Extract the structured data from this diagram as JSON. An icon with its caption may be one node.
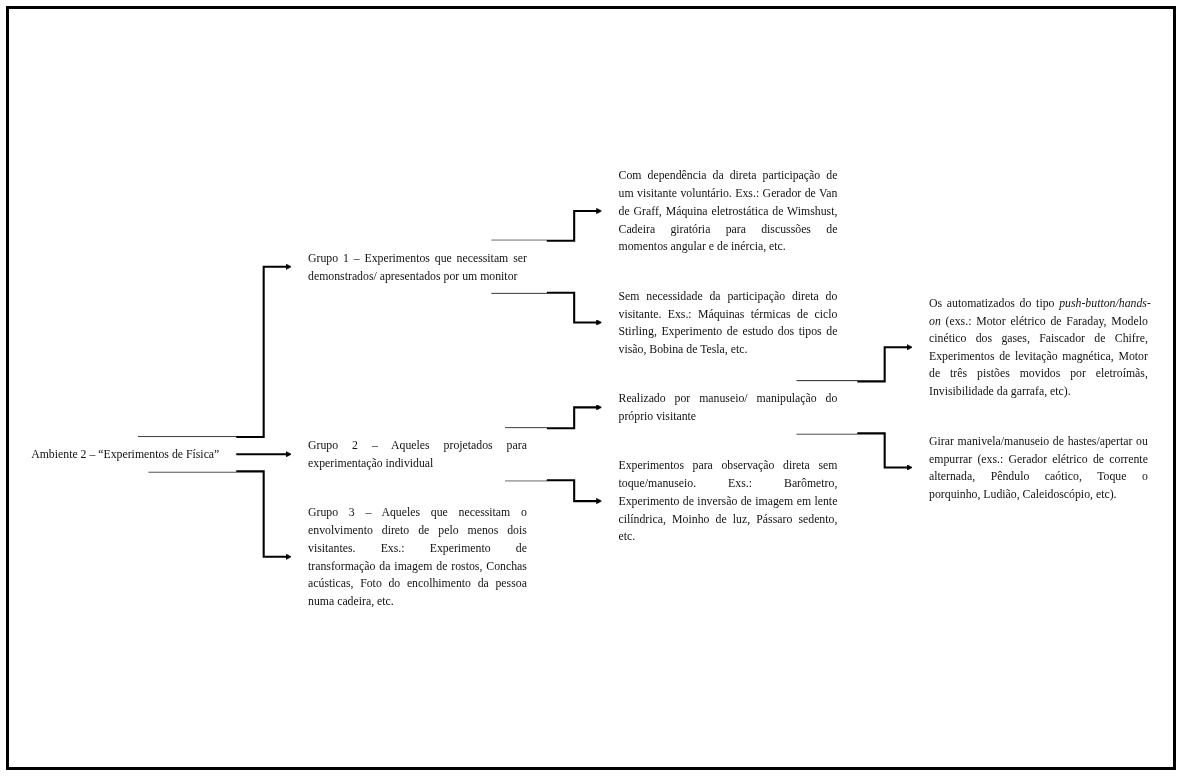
{
  "diagram": {
    "nodes": [
      {
        "text": [
          "Ambiente 2 – “Experimentos de Física”"
        ]
      },
      {
        "text": [
          "Grupo 1 – Experimentos que necessitam ser demonstrados/ apresentados por um monitor"
        ]
      },
      {
        "text": [
          "Com dependência da direta participação de um visitante voluntário. Exs.: Gerador de Van de Graff, Máquina eletrostática de Wimshust, Cadeira giratória para discussões de momentos angular e de inércia, etc."
        ]
      },
      {
        "text": [
          "Sem necessidade da participação direta do visitante. Exs.: Máquinas térmicas de ciclo Stirling, Experimento de estudo dos tipos de visão, Bobina de Tesla, etc."
        ]
      },
      {
        "text": [
          "Grupo 2 – Aqueles projetados para experimentação individual"
        ]
      },
      {
        "text": [
          "Realizado por manuseio/ manipulação do próprio visitante"
        ]
      },
      {
        "text": [
          "Os automatizados do tipo *push-button/hands-on* (exs.: Motor elétrico de Faraday, Modelo cinético dos gases, Faiscador de Chifre, Experimentos de levitação magnética, Motor de três pistões movidos por eletroímãs, Invisibilidade da garrafa, etc)."
        ]
      },
      {
        "text": [
          "Girar manivela/manuseio de hastes/apertar ou empurrar (exs.: Gerador elétrico de corrente alternada, Pêndulo caótico, Toque o porquinho, Ludião, Caleidoscópio, etc)."
        ]
      },
      {
        "text": [
          "Experimentos para observação direta sem toque/manuseio. Exs.: Barômetro, Experimento de inversão de imagem em lente cilíndrica, Moinho de luz, Pássaro sedento, etc."
        ]
      },
      {
        "text": [
          "Grupo 3 – Aqueles que necessitam o envolvimento direto de pelo menos dois visitantes. Exs.: Experimento de transformação da imagem de rostos, Conchas acústicas, Foto do encolhimento da pessoa numa cadeira, etc."
        ]
      }
    ],
    "edges": [
      {
        "from": 0,
        "to": 1,
        "arrow": "to"
      },
      {
        "from": 0,
        "to": 4,
        "arrow": "to"
      },
      {
        "from": 0,
        "to": 9,
        "arrow": "to"
      },
      {
        "from": 1,
        "to": 2,
        "arrow": "to"
      },
      {
        "from": 1,
        "to": 3,
        "arrow": "to"
      },
      {
        "from": 4,
        "to": 5,
        "arrow": "to"
      },
      {
        "from": 4,
        "to": 8,
        "arrow": "to"
      },
      {
        "from": 5,
        "to": 6,
        "arrow": "to"
      },
      {
        "from": 5,
        "to": 7,
        "arrow": "to"
      }
    ]
  }
}
